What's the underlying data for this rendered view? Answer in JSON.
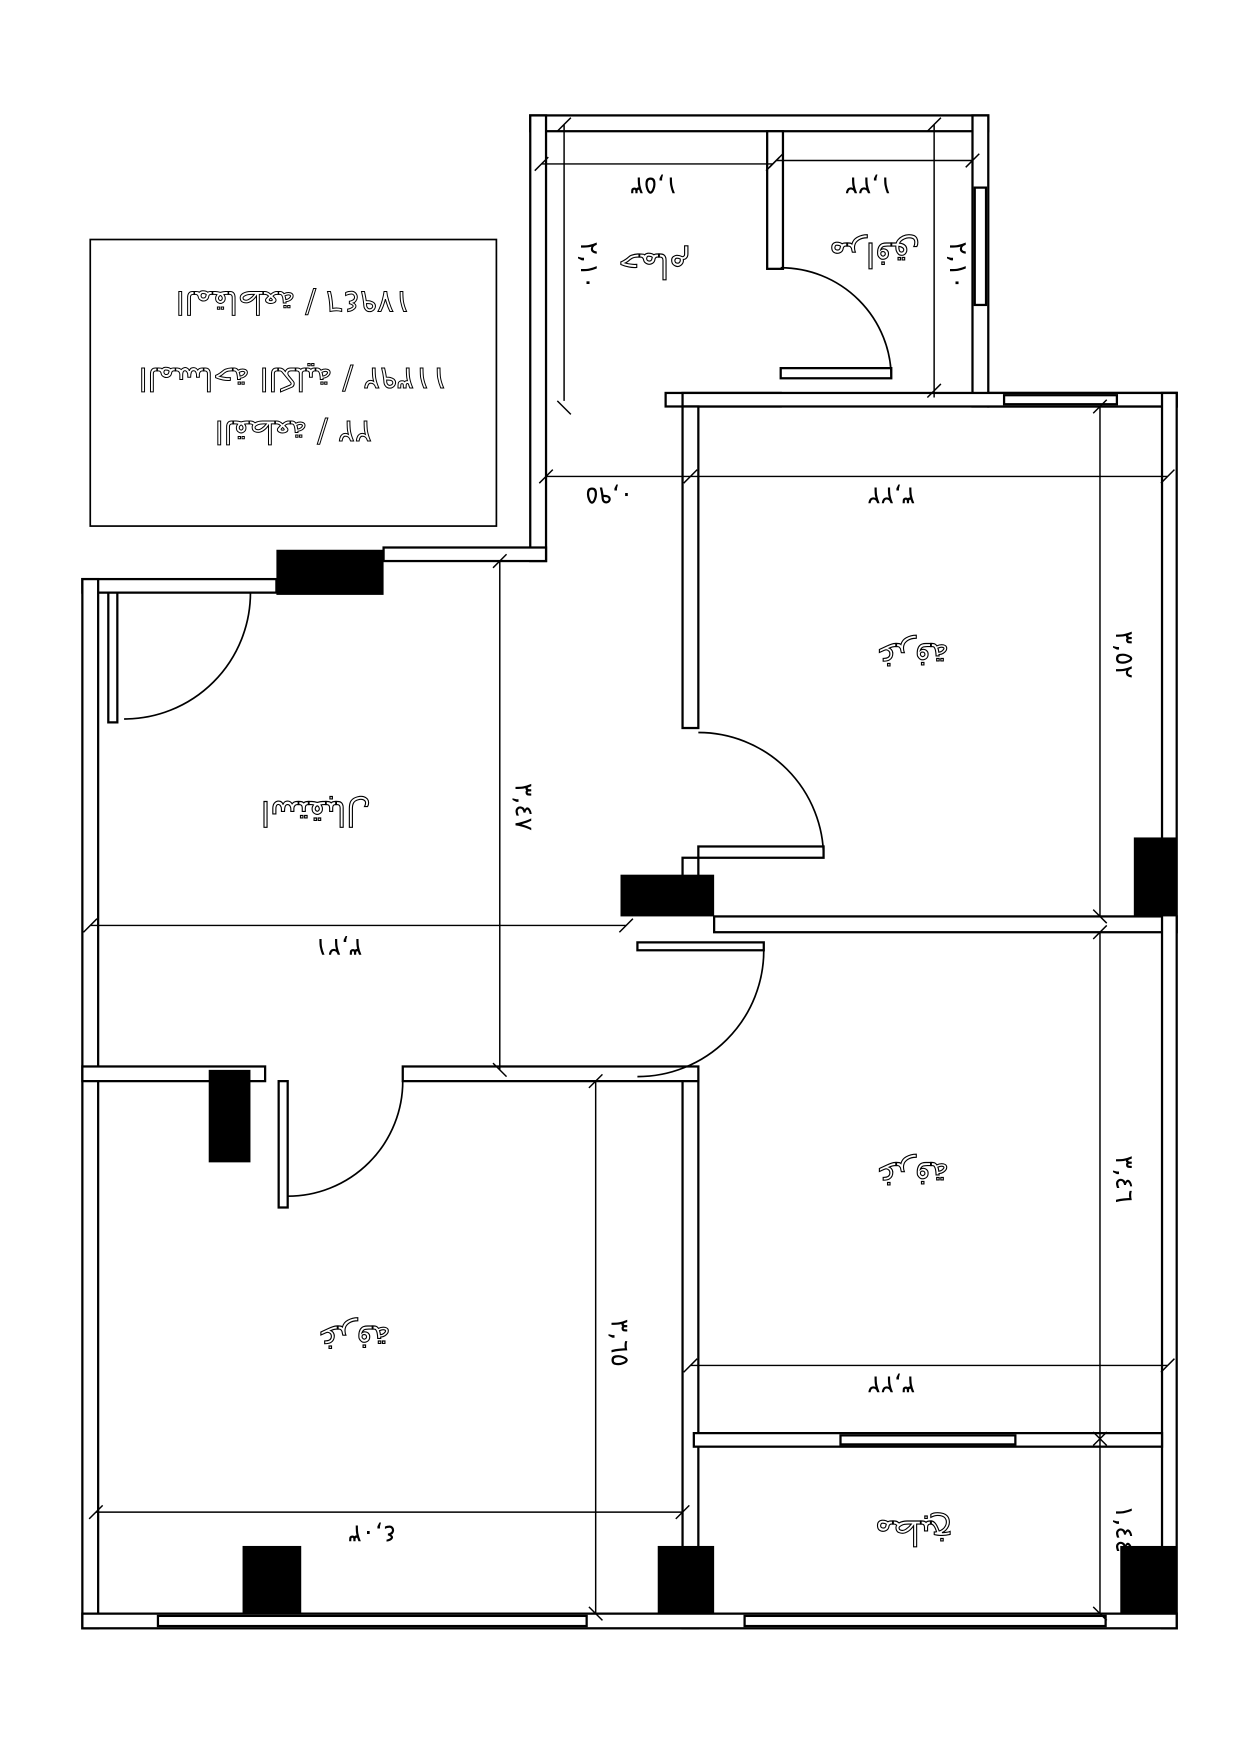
{
  "info_box": {
    "lines": [
      "القطعة / ٢٢",
      "المساحة الكلية / ١١٣٩٢",
      "المقاطعة / ١٧٩٤٦"
    ]
  },
  "rooms": {
    "annex_left": "حمام",
    "annex_right": "مرافق",
    "reception": "استقبال",
    "bedroom_top": "غرفة",
    "bedroom_middle": "غرفة",
    "bedroom_bottom_left": "غرفة",
    "kitchen": "مطبخ"
  },
  "dimensions": {
    "annex_left_width": "١,٥٣",
    "annex_right_width": "١,٢٢",
    "annex_left_height": "٢,١٠",
    "annex_right_height": "٢,١٠",
    "corridor_width": "٠,٩٥",
    "bedroom_top_width": "٣,٢٢",
    "bedroom_top_depth": "٣,٥٢",
    "reception_depth": "٣,٤٧",
    "reception_width": "٣,٢١",
    "bedroom_middle_depth": "٣,٤٦",
    "bedroom_middle_width": "٣,٢٢",
    "bedroom_left_depth": "٣,٦٥",
    "bedroom_left_width": "٤,٠٣",
    "kitchen_depth": "١,٤٤"
  }
}
